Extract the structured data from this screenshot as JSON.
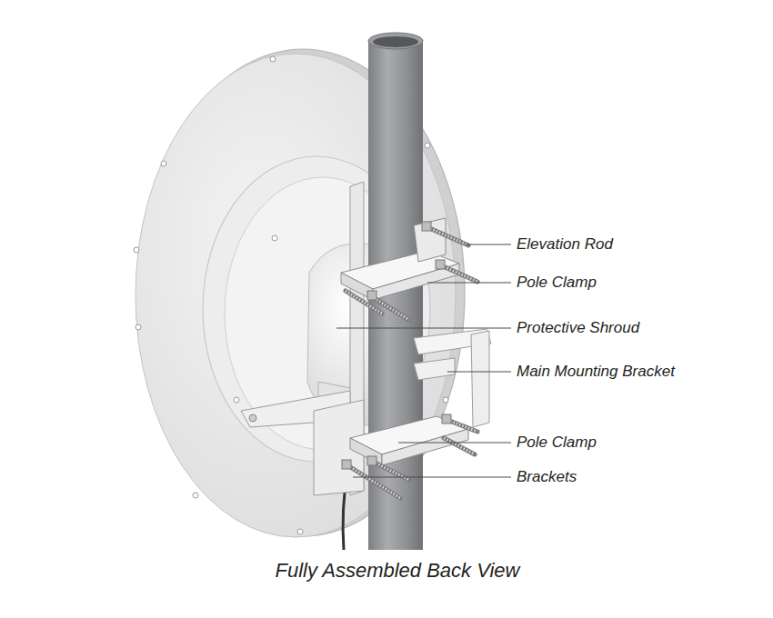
{
  "diagram": {
    "caption": "Fully Assembled Back View",
    "labels": [
      "Elevation Rod",
      "Pole Clamp",
      "Protective Shroud",
      "Main Mounting Bracket",
      "Pole Clamp",
      "Brackets"
    ]
  }
}
